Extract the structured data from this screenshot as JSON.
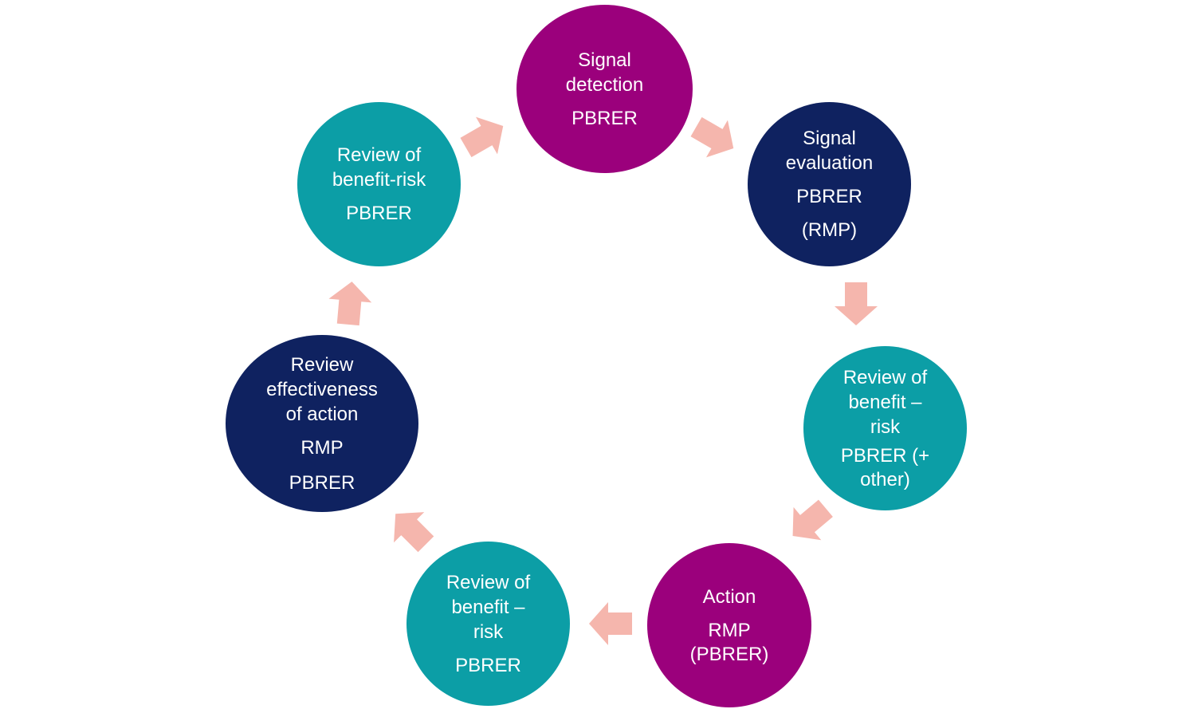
{
  "colors": {
    "magenta": "#9b007c",
    "navy": "#0f2260",
    "teal": "#0c9ea6",
    "arrow": "#f5b6ad"
  },
  "nodes": [
    {
      "id": "signal-detection",
      "title": "Signal\ndetection",
      "lines": [
        "PBRER"
      ],
      "color": "magenta"
    },
    {
      "id": "signal-evaluation",
      "title": "Signal\nevaluation",
      "lines": [
        "PBRER",
        "(RMP)"
      ],
      "color": "navy"
    },
    {
      "id": "review-benefit-risk-other",
      "title": "Review of\nbenefit –\nrisk",
      "lines": [
        "PBRER (+\nother)"
      ],
      "color": "teal"
    },
    {
      "id": "action",
      "title": "Action",
      "lines": [
        "RMP\n(PBRER)"
      ],
      "color": "magenta"
    },
    {
      "id": "review-benefit-risk",
      "title": "Review of\nbenefit –\nrisk",
      "lines": [
        "PBRER"
      ],
      "color": "teal"
    },
    {
      "id": "review-effectiveness",
      "title": "Review\neffectiveness\nof action",
      "lines": [
        "RMP",
        "PBRER"
      ],
      "color": "navy"
    },
    {
      "id": "review-benefit-risk-top",
      "title": "Review of\nbenefit-risk",
      "lines": [
        "PBRER"
      ],
      "color": "teal"
    }
  ]
}
